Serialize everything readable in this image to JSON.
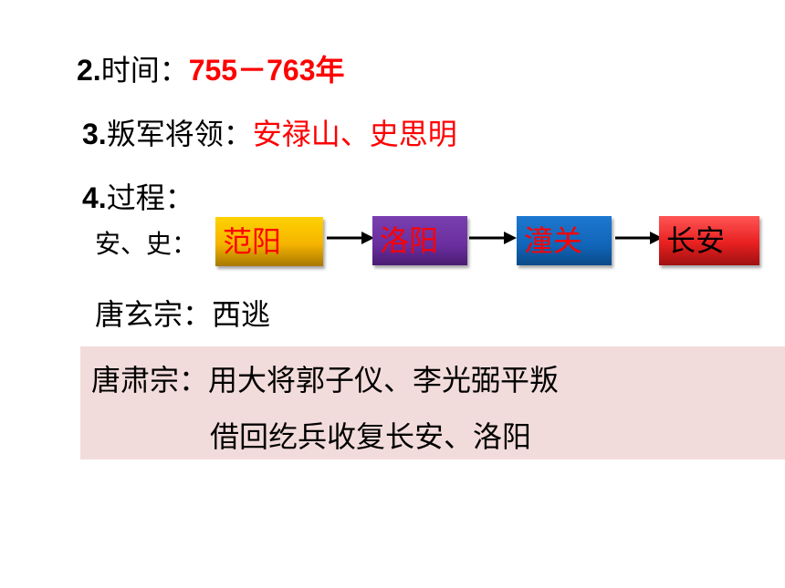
{
  "points": {
    "time": {
      "number": "2.",
      "label": "时间：",
      "value": "755－763年"
    },
    "rebels": {
      "number": "3.",
      "label": "叛军将领：",
      "value": "安禄山、史思明"
    },
    "process": {
      "number": "4.",
      "label": "过程："
    }
  },
  "flow": {
    "label": "安、史：",
    "steps": [
      "范阳",
      "洛阳",
      "潼关",
      "长安"
    ],
    "colors": [
      "#f5b400",
      "#6a2e9e",
      "#1065b8",
      "#e82020"
    ]
  },
  "xuanzong": "唐玄宗：西逃",
  "suzong": {
    "line1": "唐肃宗：用大将郭子仪、李光弼平叛",
    "line2": "借回纥兵收复长安、洛阳"
  }
}
